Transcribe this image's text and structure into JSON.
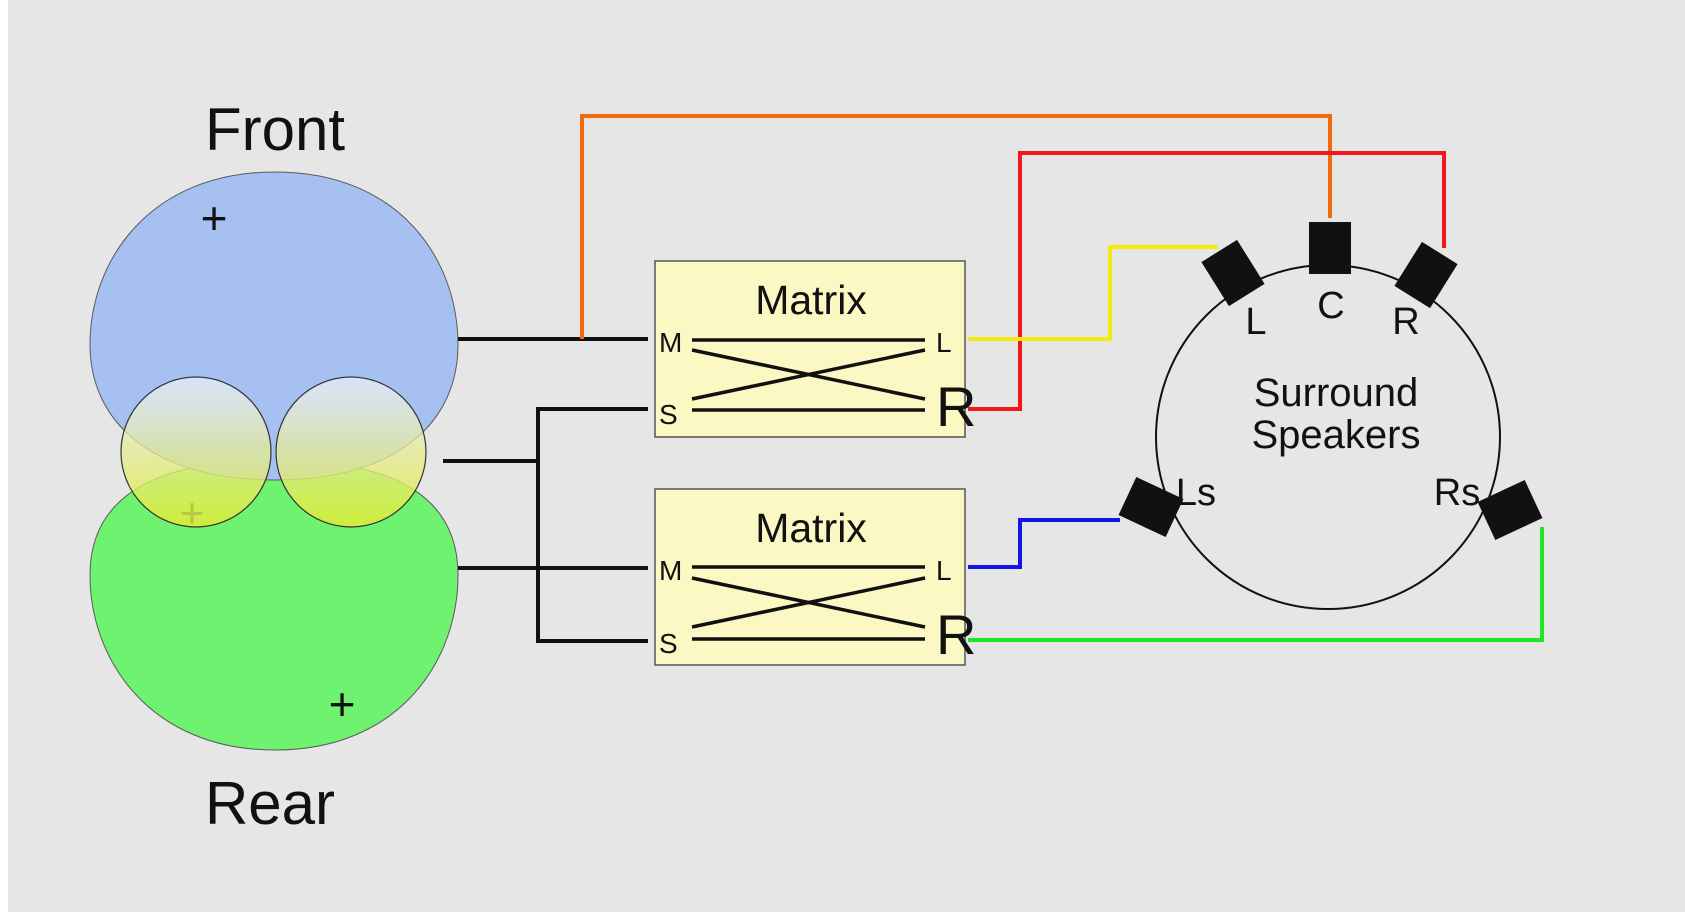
{
  "labels": {
    "front": "Front",
    "rear": "Rear",
    "plus_front": "+",
    "plus_rear": "+",
    "plus_fig8": "+"
  },
  "matrix_top": {
    "title": "Matrix",
    "in_m": "M",
    "in_s": "S",
    "out_l": "L",
    "out_r": "R"
  },
  "matrix_bottom": {
    "title": "Matrix",
    "in_m": "M",
    "in_s": "S",
    "out_l": "L",
    "out_r": "R"
  },
  "surround": {
    "title_line1": "Surround",
    "title_line2": "Speakers",
    "speakers": {
      "l": "L",
      "c": "C",
      "r": "R",
      "ls": "Ls",
      "rs": "Rs"
    }
  },
  "colors": {
    "background": "#e6e6e6",
    "front_lobe": "#a6c0f2",
    "rear_lobe": "#6ff26f",
    "fig8_lobe": "#e6f08c",
    "matrix_box": "#fbf8c4",
    "wire_c": "#f06a0e",
    "wire_r": "#f01818",
    "wire_l": "#f5ea10",
    "wire_ls": "#1414e6",
    "wire_rs": "#22e622",
    "wire_signal": "#111111"
  }
}
